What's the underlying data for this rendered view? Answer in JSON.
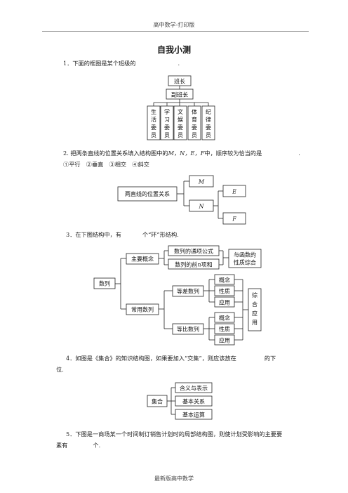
{
  "header": "高中数学-打印版",
  "title": "自我小测",
  "footer": "最新版高中数学",
  "q1": {
    "text": "1．下面的框图是某个班级的",
    "tail": ".",
    "chart": {
      "top": "班长",
      "mid": "副班长",
      "leaves": [
        "生活委员",
        "学习委员",
        "文娱委员",
        "体育委员",
        "纪律委员"
      ]
    }
  },
  "q2": {
    "text": "2. 把两条直线的位置关系填入结构图中的",
    "letters": "M，N，E，F",
    "text2": "中，顺序较为恰当的是",
    "tail": ".",
    "options": "①平行　②垂直　③相交　④斜交",
    "chart": {
      "root": "两直线的位置关系",
      "m": "M",
      "n": "N",
      "e": "E",
      "f": "F"
    }
  },
  "q3": {
    "text": "3．在下图结构中，有",
    "text2": "个“环”形结构.",
    "chart": {
      "root": "数列",
      "main_concept": "主要概念",
      "general_term": "数列的通项公式",
      "sum_pre": "数列的前",
      "sum_n": "n",
      "sum_post": "项和",
      "func": [
        "与函数的",
        "性质综合"
      ],
      "common": "常用数列",
      "arith": "等差数列",
      "geo": "等比数列",
      "sub": [
        "概念",
        "性质",
        "应用"
      ],
      "combined": [
        "综",
        "合",
        "应",
        "用"
      ]
    }
  },
  "q4": {
    "line1": "4．如图是《集合》的知识结构图，如果要加入“交集”，则应该放在",
    "line1_tail": "的下",
    "line2": "位.",
    "chart": {
      "root": "集合",
      "items": [
        "含义与表示",
        "基本关系",
        "基本运算"
      ]
    }
  },
  "q5": {
    "line1": "5．下图是一商场某一个时间制订销售计划时的局部结构图，则使计划受影响的主要要",
    "line2_a": "素有",
    "line2_b": "个."
  }
}
